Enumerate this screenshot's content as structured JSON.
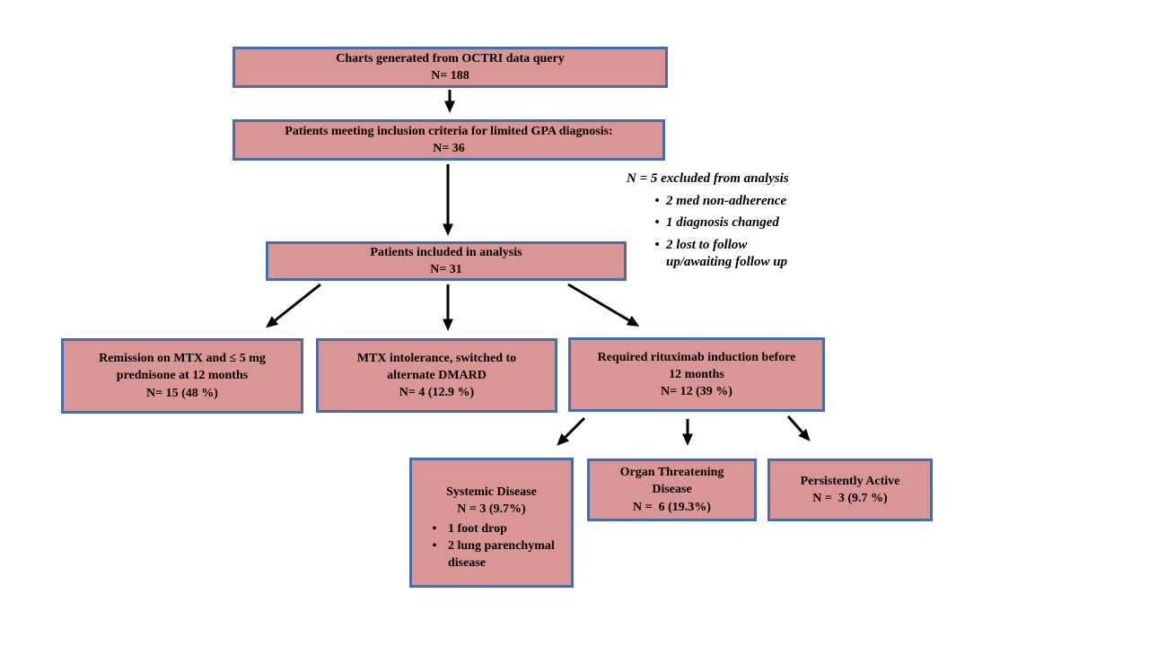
{
  "colors": {
    "box_fill": "#d99694",
    "box_border": "#4c6ca6",
    "arrow": "#000000",
    "text": "#000000",
    "background": "#ffffff"
  },
  "flowchart": {
    "boxes": {
      "octri_query": {
        "lines": [
          "Charts generated from OCTRI data query",
          "N= 188"
        ]
      },
      "inclusion_criteria": {
        "lines": [
          "Patients meeting inclusion criteria for limited GPA diagnosis:",
          "N= 36"
        ]
      },
      "included_analysis": {
        "lines": [
          "Patients included in analysis",
          "N= 31"
        ]
      },
      "remission_mtx": {
        "lines": [
          "Remission on MTX and ≤ 5 mg",
          "prednisone at 12 months",
          "N= 15 (48 %)"
        ]
      },
      "mtx_intolerance": {
        "lines": [
          "MTX intolerance, switched to",
          "alternate DMARD",
          "N= 4 (12.9 %)"
        ]
      },
      "rituximab_induction": {
        "lines": [
          "Required rituximab induction before",
          "12 months",
          "N= 12 (39 %)"
        ]
      },
      "systemic_disease": {
        "lines": [
          "Systemic Disease",
          "N = 3 (9.7%)"
        ],
        "bullets": [
          "1 foot drop",
          "2 lung parenchymal disease"
        ]
      },
      "organ_threatening": {
        "lines": [
          "Organ Threatening",
          "Disease",
          "N =  6 (19.3%)"
        ]
      },
      "persistently_active": {
        "lines": [
          "Persistently Active",
          "N =  3 (9.7 %)"
        ]
      }
    },
    "exclusion_note": {
      "heading": "N = 5 excluded from analysis",
      "bullets": [
        "2 med non-adherence",
        "1 diagnosis changed",
        "2 lost to follow up/awaiting follow up"
      ]
    }
  }
}
